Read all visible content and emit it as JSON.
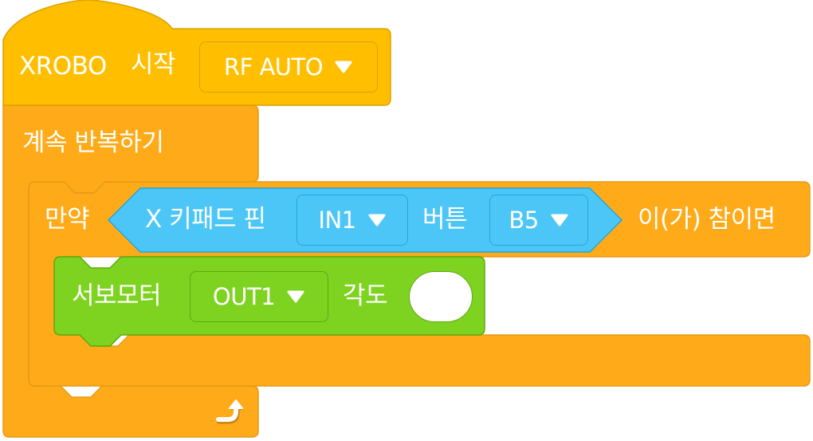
{
  "colors": {
    "hat": "#ffbf00",
    "control": "#ffab19",
    "sensor": "#4cc6f7",
    "motor": "#7ed321",
    "text": "#ffffff"
  },
  "hat_block": {
    "label_prefix": "XROBO",
    "label_suffix": "시작",
    "dropdown_value": "RF AUTO"
  },
  "forever_block": {
    "label": "계속 반복하기",
    "loop_icon": "loop-arrow-icon"
  },
  "if_block": {
    "label": "만약",
    "condition_suffix": "이(가) 참이면"
  },
  "sensor_block": {
    "label_prefix": "X 키패드 핀",
    "pin_value": "IN1",
    "label_middle": "버튼",
    "button_value": "B5"
  },
  "servo_block": {
    "label": "서보모터",
    "port_value": "OUT1",
    "angle_label": "각도",
    "angle_value": ""
  }
}
